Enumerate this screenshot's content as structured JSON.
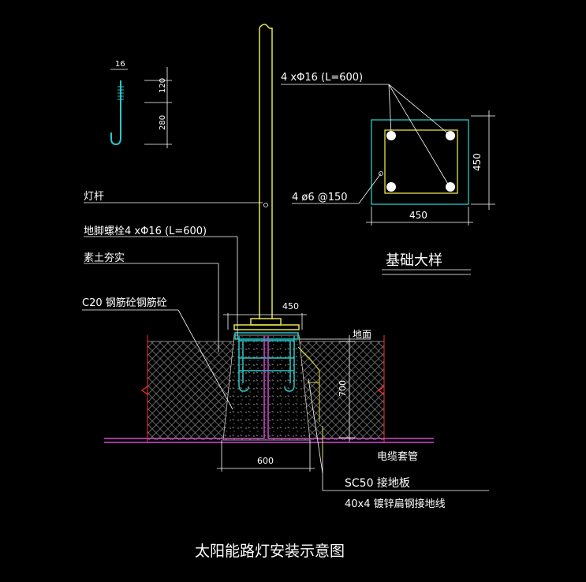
{
  "colors": {
    "background": "#000000",
    "pole": "#e8e24a",
    "rebar": "#27c9c9",
    "dimension": "#ffffff",
    "cable_pipe": "#d24cd2",
    "breakline": "#ff2b2b",
    "text": "#ffffff"
  },
  "labels": {
    "pole": "灯杆",
    "anchor_bolt": "地脚螺栓4 xΦ16 (L=600)",
    "soil": "素土夯实",
    "concrete": "C20 钢筋砼钢筋砼",
    "ground": "地面",
    "cable_sleeve": "电缆套管",
    "sc50": "SC50   接地板",
    "flat_steel": "40x4 镀锌扁钢接地线",
    "rebar_spec": "4 xΦ16 (L=600)",
    "stirrup": "4 ø6 @150",
    "detail_title": "基础大样",
    "main_title": "太阳能路灯安装示意图"
  },
  "dims": {
    "hook_width": "16",
    "hook_top": "120",
    "hook_length": "280",
    "base_top": "450",
    "depth": "700",
    "width_bottom": "600",
    "plan_width": "450",
    "plan_height": "450"
  }
}
